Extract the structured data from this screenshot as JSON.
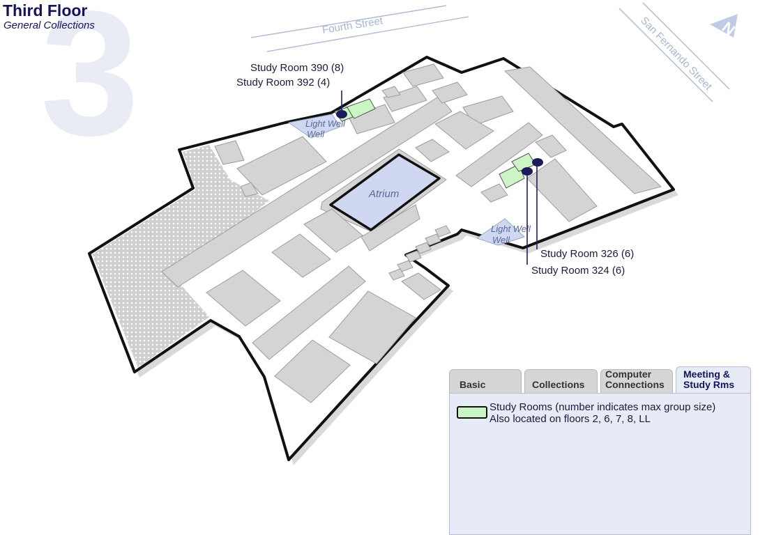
{
  "floor": {
    "number": "3",
    "title": "Third Floor",
    "subtitle": "General Collections"
  },
  "streets": {
    "north": "Fourth Street",
    "east": "San Fernando Street"
  },
  "compass": {
    "label": "N"
  },
  "map_labels": {
    "atrium": "Atrium",
    "light_well_1": "Light Well",
    "light_well_2": "Light Well"
  },
  "study_rooms": [
    {
      "label": "Study Room 390 (8)"
    },
    {
      "label": "Study Room 392 (4)"
    },
    {
      "label": "Study Room 326 (6)"
    },
    {
      "label": "Study Room 324 (6)"
    }
  ],
  "legend": {
    "tabs": [
      {
        "label": "Basic"
      },
      {
        "label": "Collections"
      },
      {
        "label": "Computer Connections"
      },
      {
        "label": "Meeting & Study Rms",
        "active": true
      }
    ],
    "items": [
      {
        "line1": "Study Rooms (number indicates max group size)",
        "line2": "Also located on floors 2, 6, 7, 8, LL",
        "swatch_color": "#ccf5c6"
      }
    ]
  },
  "colors": {
    "title": "#14145a",
    "room_gray": "#d4d4d4",
    "study_room_green": "#ccf5c6",
    "atrium_blue": "#cfd8f0",
    "marker": "#1c1c5c"
  }
}
